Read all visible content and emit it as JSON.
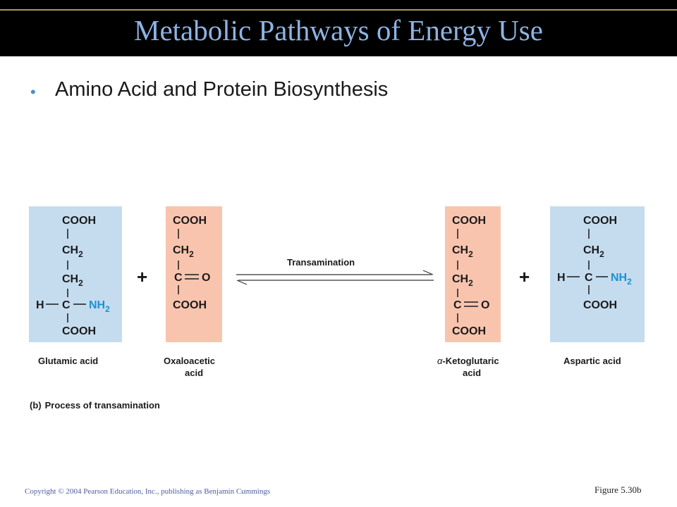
{
  "slide": {
    "title": "Metabolic Pathways of Energy Use",
    "bullet": "Amino Acid and Protein Biosynthesis",
    "copyright": "Copyright © 2004 Pearson Education, Inc., publishing as Benjamin Cummings",
    "figure_ref": "Figure 5.30b"
  },
  "colors": {
    "blue_box": "#c5dcef",
    "salmon_box": "#f9c4ae",
    "amino_group": "#1e90d0",
    "title": "#8db3e2"
  },
  "diagram": {
    "plus": "+",
    "reaction_label": "Transamination",
    "caption_prefix": "(b)",
    "caption_text": "Process of transamination",
    "molecules": {
      "glutamic": {
        "name": "Glutamic acid",
        "cooh": "COOH",
        "ch": "CH",
        "sub": "2",
        "h": "H",
        "c": "C",
        "nh": "NH"
      },
      "oxaloacetic": {
        "name_line1": "Oxaloacetic",
        "name_line2": "acid",
        "cooh": "COOH",
        "ch": "CH",
        "sub": "2",
        "c": "C",
        "o": "O"
      },
      "ketoglutaric": {
        "alpha": "α",
        "name_line1": "-Ketoglutaric",
        "name_line2": "acid",
        "cooh": "COOH",
        "ch": "CH",
        "sub": "2",
        "c": "C",
        "o": "O"
      },
      "aspartic": {
        "name": "Aspartic acid",
        "cooh": "COOH",
        "ch": "CH",
        "sub": "2",
        "h": "H",
        "c": "C",
        "nh": "NH"
      }
    }
  }
}
